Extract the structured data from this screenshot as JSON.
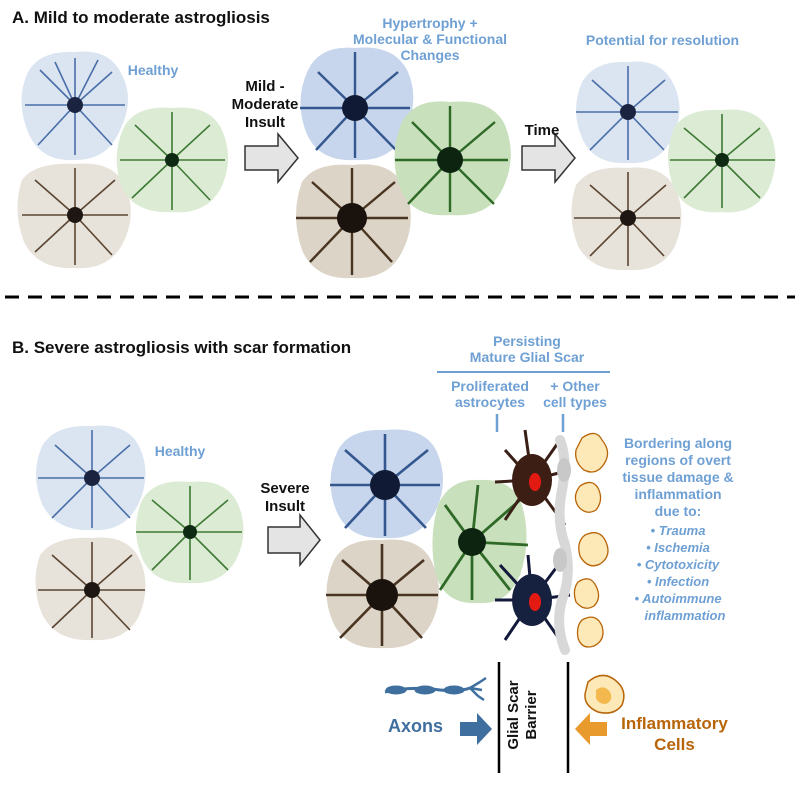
{
  "panel_a": {
    "title": "A. Mild to moderate astrogliosis",
    "healthy_label": "Healthy",
    "insult_label": [
      "Mild -",
      "Moderate",
      "Insult"
    ],
    "hypertrophy_label": [
      "Hypertrophy +",
      "Molecular & Functional",
      "Changes"
    ],
    "time_label": "Time",
    "resolution_label": "Potential for resolution"
  },
  "panel_b": {
    "title": "B. Severe astrogliosis with scar formation",
    "healthy_label": "Healthy",
    "insult_label": [
      "Severe",
      "Insult"
    ],
    "scar_header": [
      "Persisting",
      "Mature Glial Scar"
    ],
    "proliferated_label": [
      "Proliferated",
      "astrocytes"
    ],
    "other_label": [
      "+ Other",
      "cell types"
    ],
    "bordering_label": [
      "Bordering along",
      "regions of overt",
      "tissue damage &",
      "inflammation",
      "due to:"
    ],
    "causes": [
      "• Trauma",
      "• Ischemia",
      "• Cytotoxicity",
      "• Infection",
      "• Autoimmune",
      "inflammation"
    ],
    "axons_label": "Axons",
    "barrier_label": [
      "Glial Scar",
      "Barrier"
    ],
    "inflammatory_label": [
      "Inflammatory",
      "Cells"
    ]
  },
  "colors": {
    "blue_text": "#6fa0d4",
    "axon_blue": "#3f6f9f",
    "orange": "#b8650a",
    "orange_arrow": "#e89a2c",
    "blue_cell_bg": "#dbe5f2",
    "green_cell_bg": "#dcebd4",
    "brown_cell_bg": "#e7e2da"
  }
}
